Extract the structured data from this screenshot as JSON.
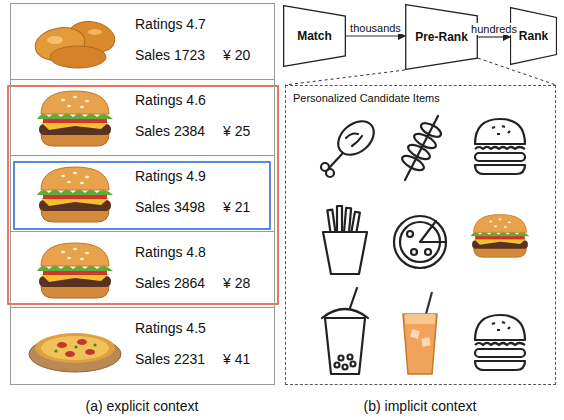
{
  "diagram": {
    "nodes": [
      {
        "text": [
          "Ratings 4.7",
          "Sales 1723",
          "¥ 20"
        ]
      },
      {
        "text": [
          "Ratings 4.6",
          "Sales 2384",
          "¥ 25"
        ]
      },
      {
        "text": [
          "Ratings 4.9",
          "Sales 3498",
          "¥ 21"
        ]
      },
      {
        "text": [
          "Ratings 4.8",
          "Sales 2864",
          "¥ 28"
        ]
      },
      {
        "text": [
          "Ratings 4.5",
          "Sales 2231",
          "¥ 41"
        ]
      },
      {
        "text": [
          "Match"
        ]
      },
      {
        "text": [
          "Pre-Rank"
        ]
      },
      {
        "text": [
          "Rank"
        ]
      },
      {
        "text": [
          "Personalized Candidate Items"
        ]
      }
    ],
    "edges": [
      {
        "from": 5,
        "to": 6,
        "label": "thousands",
        "arrow": "to"
      },
      {
        "from": 6,
        "to": 7,
        "label": "hundreds",
        "arrow": "to"
      },
      {
        "from": 6,
        "to": 8,
        "arrow": "none"
      },
      {
        "from": 6,
        "to": 8,
        "arrow": "none"
      }
    ],
    "labels": [
      "(a) explicit context",
      "(b) implicit context"
    ]
  }
}
